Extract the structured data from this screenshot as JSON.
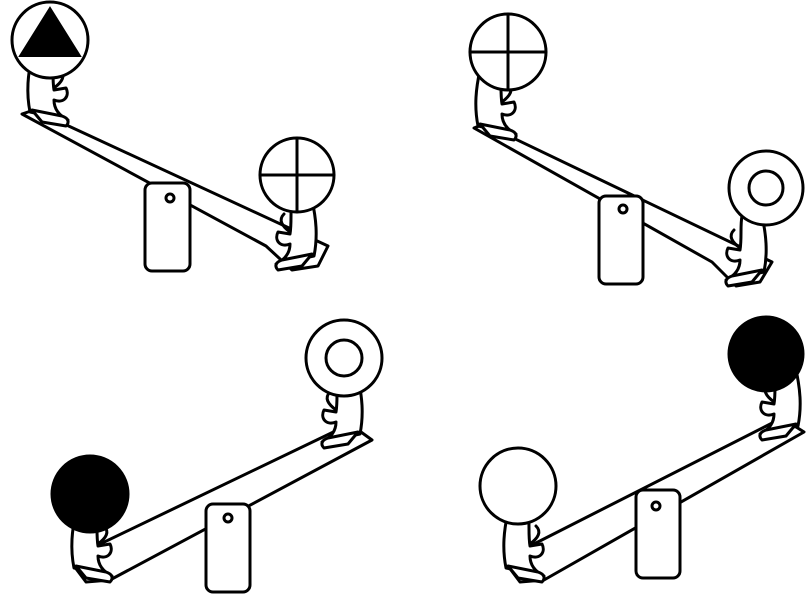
{
  "colors": {
    "ink": "#000000",
    "paper": "#ffffff"
  },
  "seesaws": [
    {
      "position": "top-left",
      "tilt": "left-end-up",
      "upper_rider_head": "black-triangle-on-white",
      "lower_rider_head": "cross-quartered-circle"
    },
    {
      "position": "top-right",
      "tilt": "left-end-up",
      "upper_rider_head": "cross-quartered-circle",
      "lower_rider_head": "ring-circle"
    },
    {
      "position": "bottom-left",
      "tilt": "right-end-up",
      "upper_rider_head": "ring-circle",
      "lower_rider_head": "solid-black-circle"
    },
    {
      "position": "bottom-right",
      "tilt": "right-end-up",
      "upper_rider_head": "solid-black-circle",
      "lower_rider_head": "plain-white-circle"
    }
  ]
}
